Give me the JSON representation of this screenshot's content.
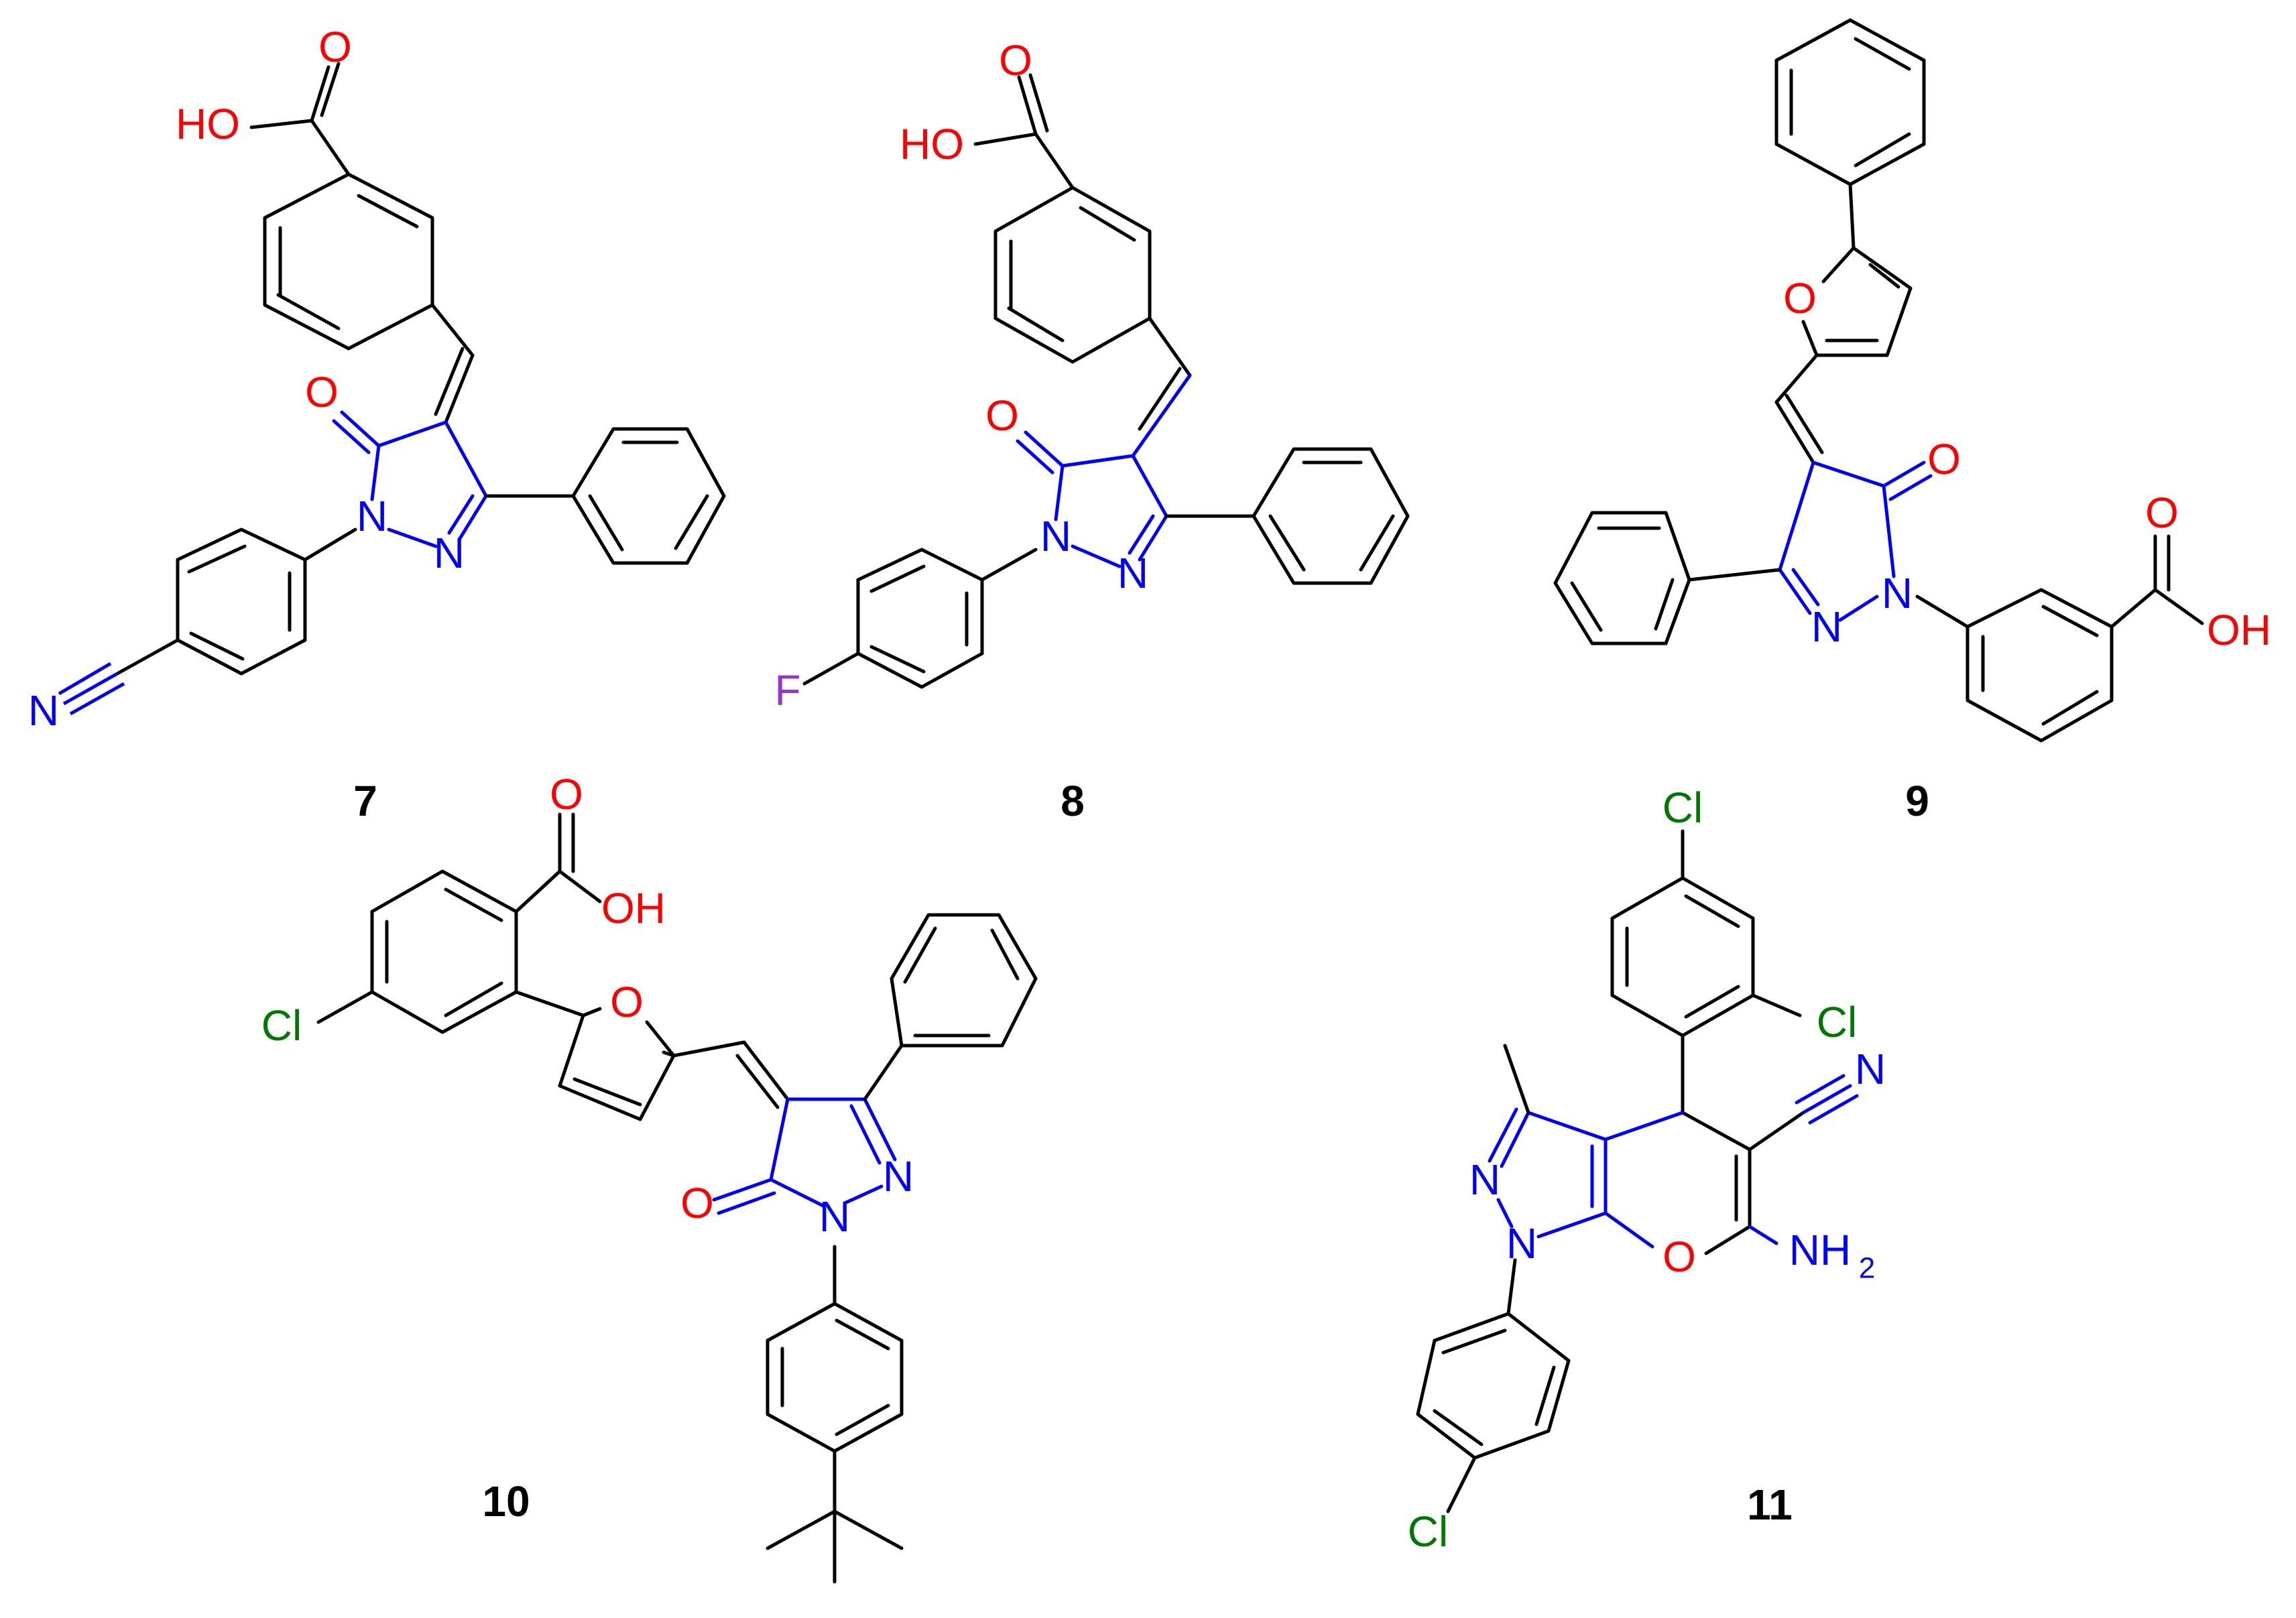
{
  "colors": {
    "carbon": "#000000",
    "oxygen": "#ff0000",
    "nitrogen": "#0000ff",
    "fluorine": "#9933cc",
    "chlorine": "#007700",
    "heterocycle": "#0000ff"
  },
  "compounds": [
    {
      "id": "7",
      "label": "7",
      "atoms": {
        "cooh_o": "O",
        "cooh_oh": "HO",
        "ring_o": "O",
        "n1": "N",
        "n2": "N",
        "nitrile_n": "N"
      }
    },
    {
      "id": "8",
      "label": "8",
      "atoms": {
        "cooh_o": "O",
        "cooh_oh": "HO",
        "ring_o": "O",
        "n1": "N",
        "n2": "N",
        "f": "F"
      }
    },
    {
      "id": "9",
      "label": "9",
      "atoms": {
        "furan_o": "O",
        "ring_o": "O",
        "n1": "N",
        "n2": "N",
        "cooh_o": "O",
        "cooh_oh": "OH"
      }
    },
    {
      "id": "10",
      "label": "10",
      "atoms": {
        "cooh_o": "O",
        "cooh_oh": "OH",
        "cl": "Cl",
        "furan_o": "O",
        "ring_o": "O",
        "n1": "N",
        "n2": "N"
      }
    },
    {
      "id": "11",
      "label": "11",
      "atoms": {
        "cl_top": "Cl",
        "cl_ortho": "Cl",
        "nitrile_n": "N",
        "n1": "N",
        "n2": "N",
        "pyran_o": "O",
        "nh2": "NH",
        "nh2_sub": "2",
        "cl_bottom": "Cl"
      }
    }
  ]
}
